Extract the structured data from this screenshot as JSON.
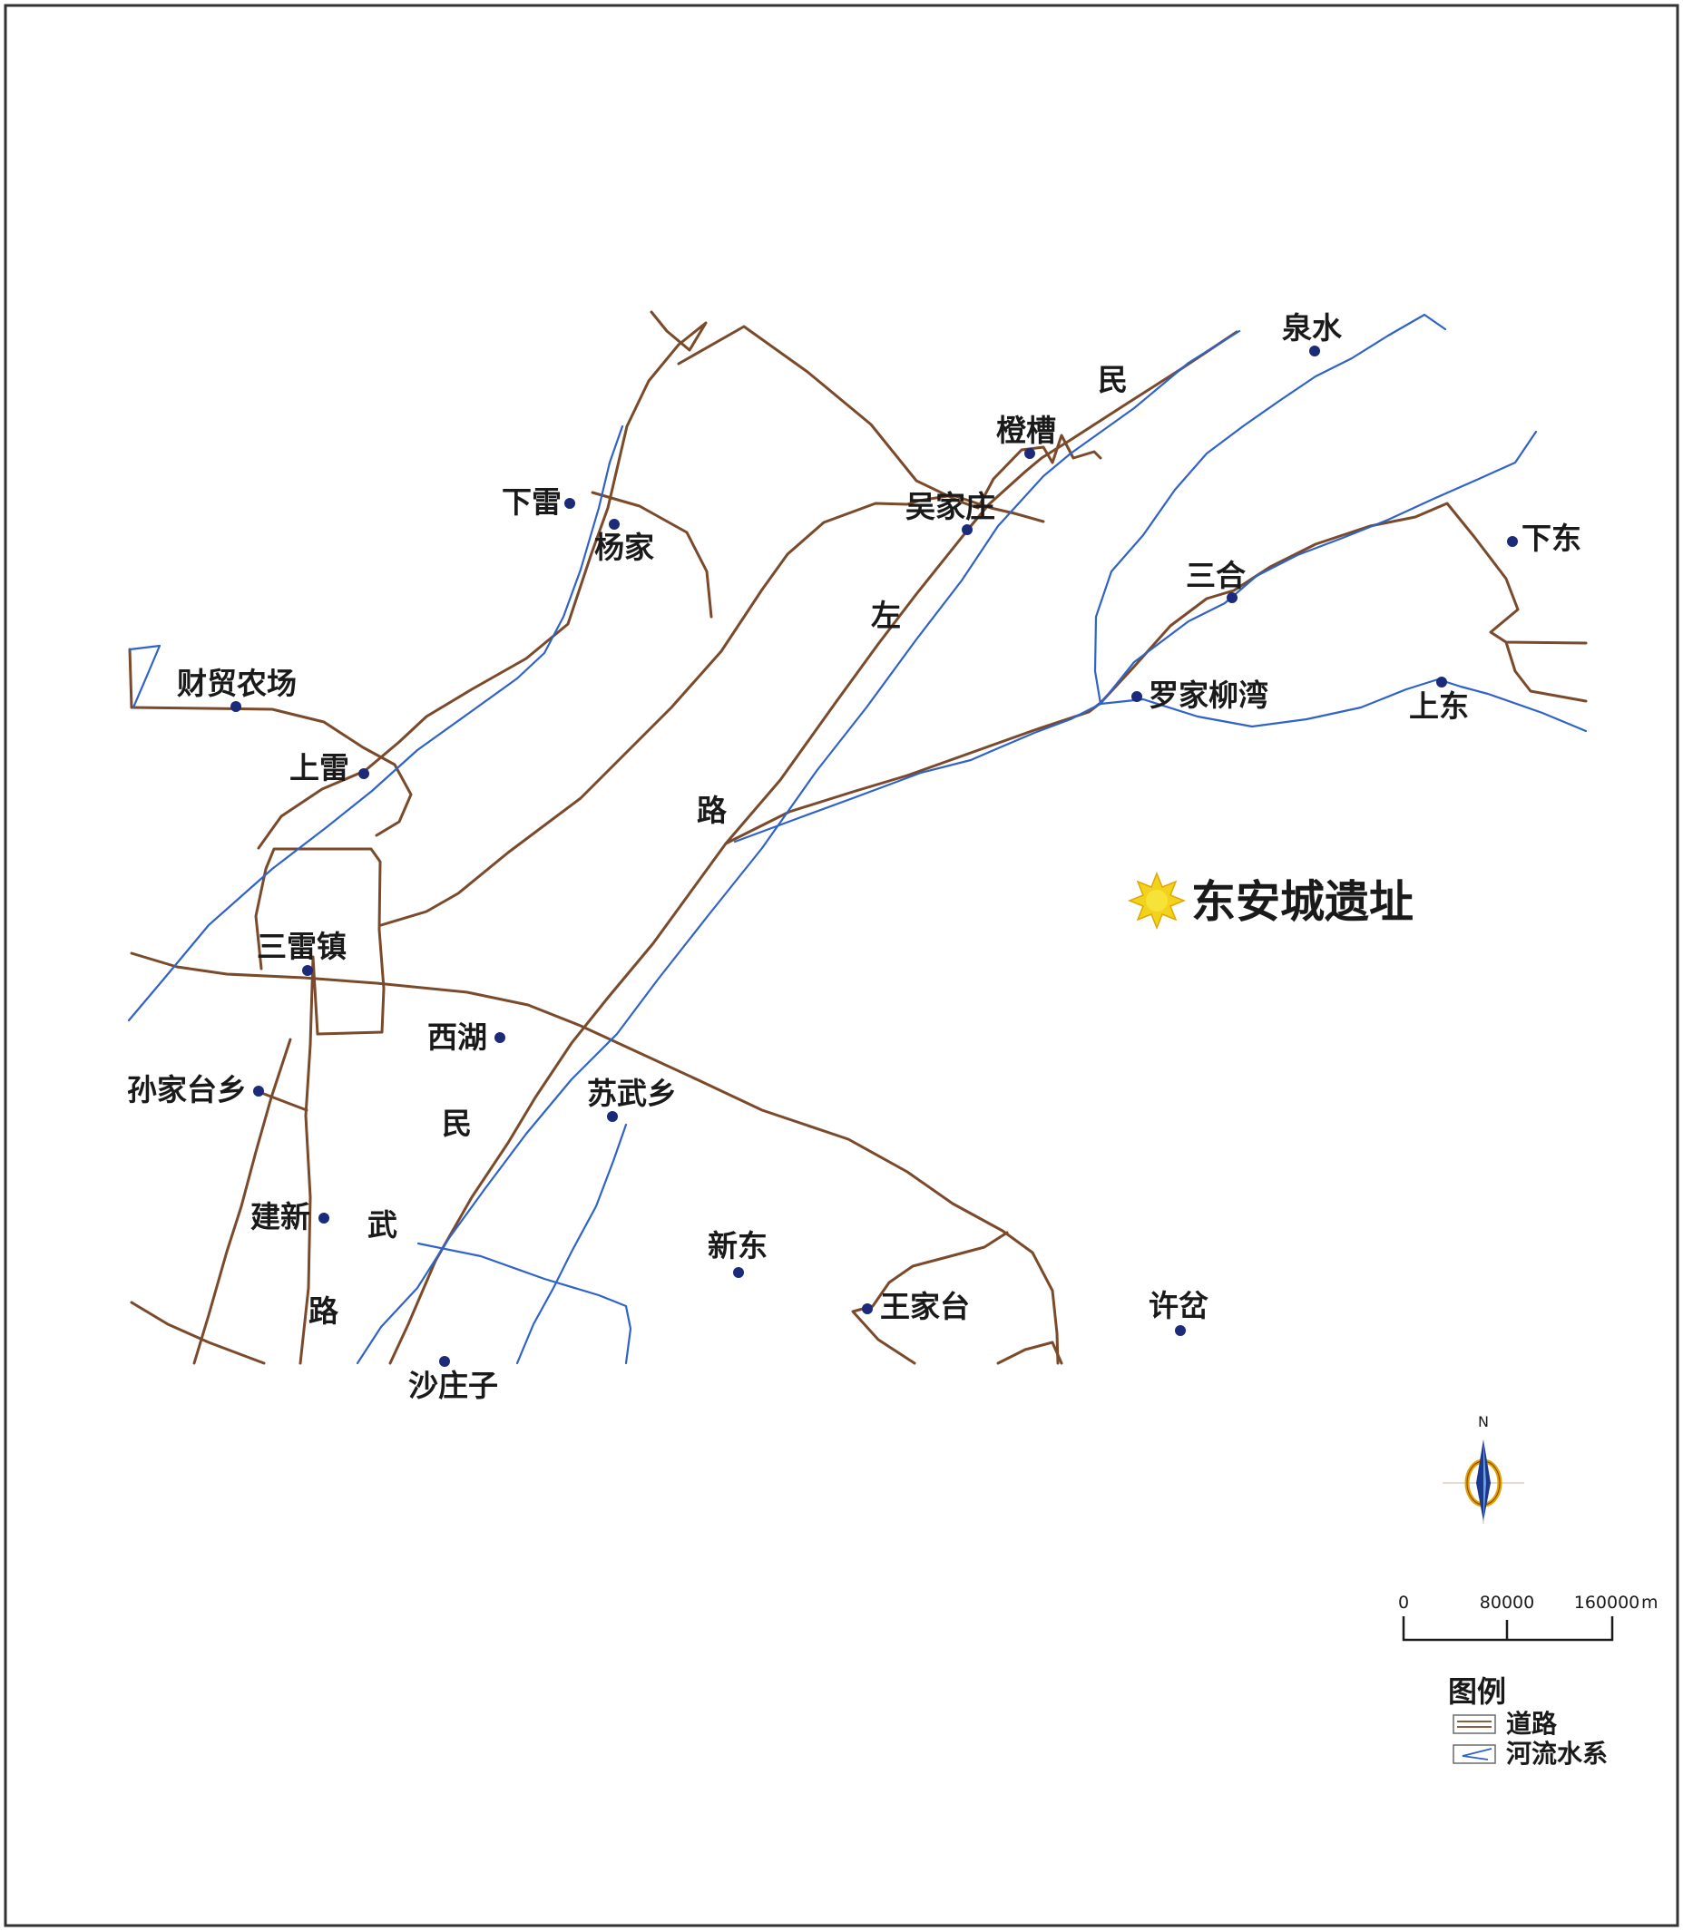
{
  "colors": {
    "road": "#7a4a2a",
    "river": "#2f63c9",
    "place_dot": "#1c2a7a",
    "site_sun": "#f2d21b",
    "frame": "#333333"
  },
  "places": [
    {
      "id": "quanshui",
      "name": "泉水"
    },
    {
      "id": "chengcao",
      "name": "橙槽"
    },
    {
      "id": "xialei",
      "name": "下雷"
    },
    {
      "id": "yangjia",
      "name": "杨家"
    },
    {
      "id": "wujiazhuang",
      "name": "吴家庄"
    },
    {
      "id": "xiadong",
      "name": "下东"
    },
    {
      "id": "sanhe",
      "name": "三合"
    },
    {
      "id": "caimao",
      "name": "财贸农场"
    },
    {
      "id": "luojialiuwan",
      "name": "罗家柳湾"
    },
    {
      "id": "shangdong",
      "name": "上东"
    },
    {
      "id": "shanglei",
      "name": "上雷"
    },
    {
      "id": "sanleizhen",
      "name": "三雷镇"
    },
    {
      "id": "xihu",
      "name": "西湖"
    },
    {
      "id": "sunjiatai",
      "name": "孙家台乡"
    },
    {
      "id": "suwu",
      "name": "苏武乡"
    },
    {
      "id": "jianxin",
      "name": "建新"
    },
    {
      "id": "xindong",
      "name": "新东"
    },
    {
      "id": "wangjiatai",
      "name": "王家台"
    },
    {
      "id": "xucha",
      "name": "许岔"
    },
    {
      "id": "shazhuangzi",
      "name": "沙庄子"
    }
  ],
  "road_labels": [
    {
      "id": "min-1",
      "text": "民"
    },
    {
      "id": "zuo",
      "text": "左"
    },
    {
      "id": "lu-1",
      "text": "路"
    },
    {
      "id": "min-2",
      "text": "民"
    },
    {
      "id": "wu",
      "text": "武"
    },
    {
      "id": "lu-2",
      "text": "路"
    }
  ],
  "site": {
    "name": "东安城遗址",
    "icon": "sun-icon"
  },
  "north_arrow": {
    "label": "N",
    "icon": "compass-icon"
  },
  "scale_bar": {
    "ticks": [
      "0",
      "80000",
      "160000"
    ],
    "unit": "m"
  },
  "legend": {
    "title": "图例",
    "items": [
      {
        "label": "道路",
        "icon": "road-symbol"
      },
      {
        "label": "河流水系",
        "icon": "river-symbol"
      }
    ]
  }
}
